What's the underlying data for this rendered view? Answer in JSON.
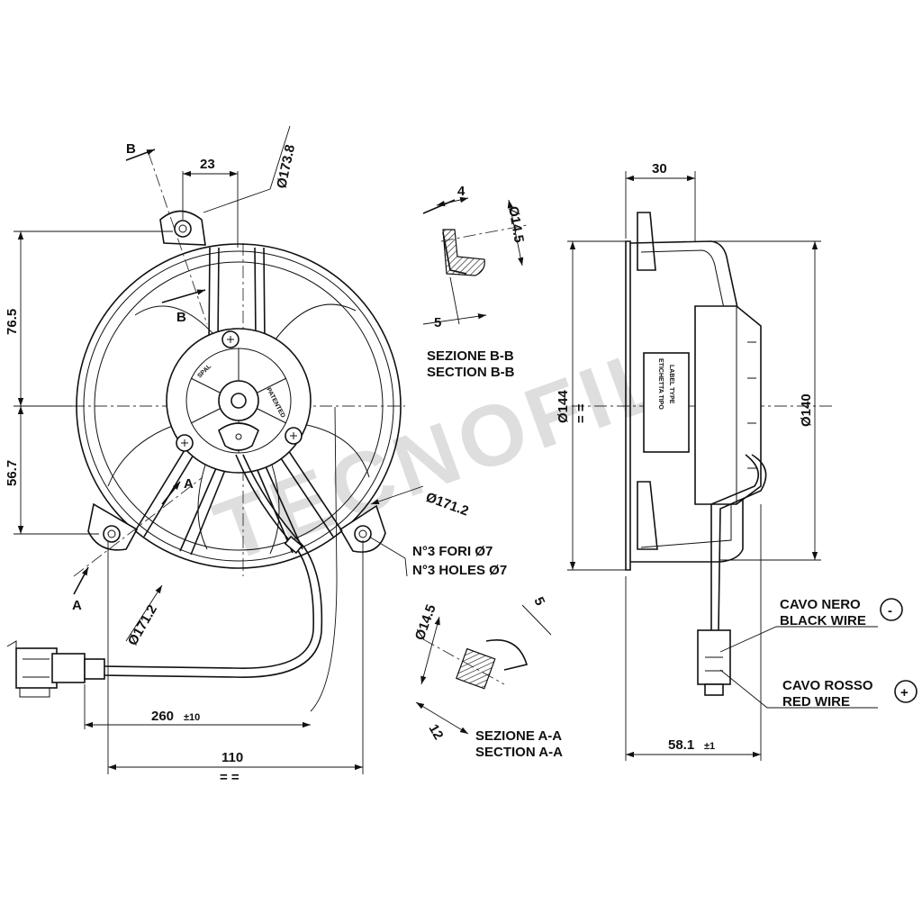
{
  "watermark": "TECNOFIL",
  "front_view": {
    "dim_top_offset": "23",
    "dim_upper_height": "76.5",
    "dim_lower_height": "56.7",
    "dim_outer_diameter": "Ø173.8",
    "dim_ring_diameter_right": "Ø171.2",
    "dim_ring_diameter_left": "Ø171.2",
    "dim_cable_length": "260",
    "dim_cable_tolerance": "±10",
    "dim_hole_spacing": "110",
    "symmetry_mark": "= =",
    "holes_note_it": "N°3 FORI Ø7",
    "holes_note_en": "N°3 HOLES Ø7",
    "section_mark_a": "A",
    "section_mark_b": "B",
    "hub_brand": "SPAL",
    "hub_patented": "PATENTED"
  },
  "section_bb": {
    "title_it": "SEZIONE B-B",
    "title_en": "SECTION B-B",
    "dim_top": "4",
    "dim_diameter": "Ø14.5",
    "dim_bottom": "5"
  },
  "section_aa": {
    "title_it": "SEZIONE A-A",
    "title_en": "SECTION A-A",
    "dim_diameter": "Ø14.5",
    "dim_side": "5",
    "dim_bottom": "12"
  },
  "side_view": {
    "dim_depth": "30",
    "dim_shroud_diameter": "Ø144",
    "dim_motor_diameter": "Ø140",
    "dim_total_depth": "58.1",
    "dim_total_tolerance": "±1",
    "symmetry_mark": "= =",
    "label_it": "ETICHETTA TIPO",
    "label_en": "LABEL TYPE"
  },
  "wires": {
    "black_it": "CAVO NERO",
    "black_en": "BLACK WIRE",
    "black_symbol": "-",
    "red_it": "CAVO ROSSO",
    "red_en": "RED WIRE",
    "red_symbol": "+"
  }
}
